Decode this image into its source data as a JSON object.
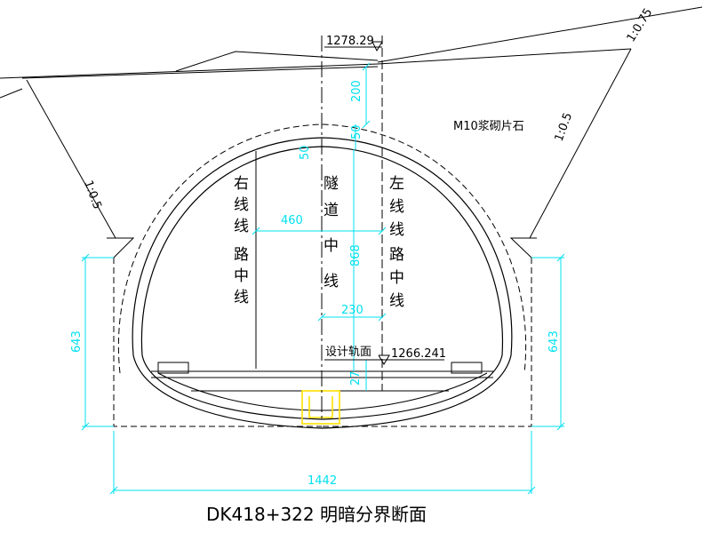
{
  "caption": "DK418+322 明暗分界断面",
  "elevations": {
    "top": "1278.29",
    "rail": "1266.241",
    "rail_label": "设计轨面"
  },
  "slopes": {
    "left": "1:0.5",
    "right": "1:0.5",
    "top_right": "1:0.75"
  },
  "material_label": "M10浆砌片石",
  "dimensions": {
    "d200": "200",
    "d50a": "50",
    "d50b": "50",
    "d460": "460",
    "d868": "868",
    "d230": "230",
    "d27": "27",
    "d643_left": "643",
    "d643_right": "643",
    "d1442": "1442"
  },
  "vertical_labels": {
    "right_track": [
      "右",
      "线",
      "线",
      "路",
      "中",
      "线"
    ],
    "tunnel_center": [
      "隧",
      "道",
      "中",
      "线"
    ],
    "left_track": [
      "左",
      "线",
      "线",
      "路",
      "中",
      "线"
    ]
  },
  "colors": {
    "line": "#000000",
    "dimension": "#00e0f0",
    "highlight": "#ffe000"
  }
}
